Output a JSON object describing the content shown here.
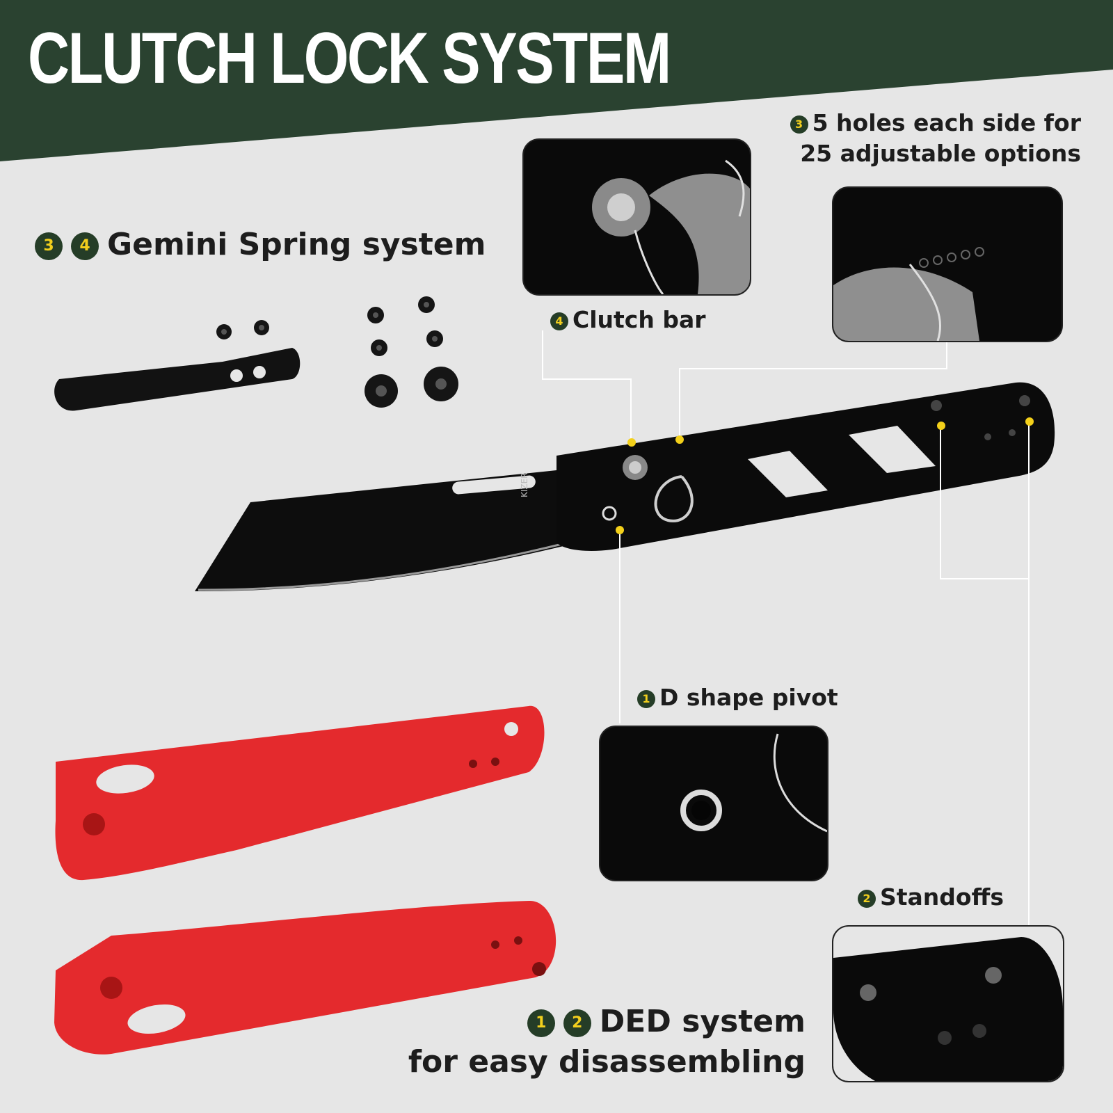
{
  "banner": {
    "title": "CLUTCH LOCK SYSTEM",
    "color": "#2a4230"
  },
  "badge_colors": {
    "fill": "#253d27",
    "number": "#f2cf1d"
  },
  "callouts": {
    "gemini": {
      "badges": [
        "3",
        "4"
      ],
      "text": "Gemini Spring system"
    },
    "holes": {
      "badge": "3",
      "line1": "5 holes each side for",
      "line2": "25 adjustable options"
    },
    "clutch_bar": {
      "badge": "4",
      "text": "Clutch bar"
    },
    "d_pivot": {
      "badge": "1",
      "text": "D shape pivot"
    },
    "standoffs": {
      "badge": "2",
      "text": "Standoffs"
    },
    "ded": {
      "badges": [
        "1",
        "2"
      ],
      "line1": "DED system",
      "line2": "for easy disassembling"
    }
  },
  "knife": {
    "logo_text": "KIZER",
    "handle_color": "#0b0b0b",
    "scale_color": "#e42a2d"
  },
  "marker_color": "#f3d01a"
}
